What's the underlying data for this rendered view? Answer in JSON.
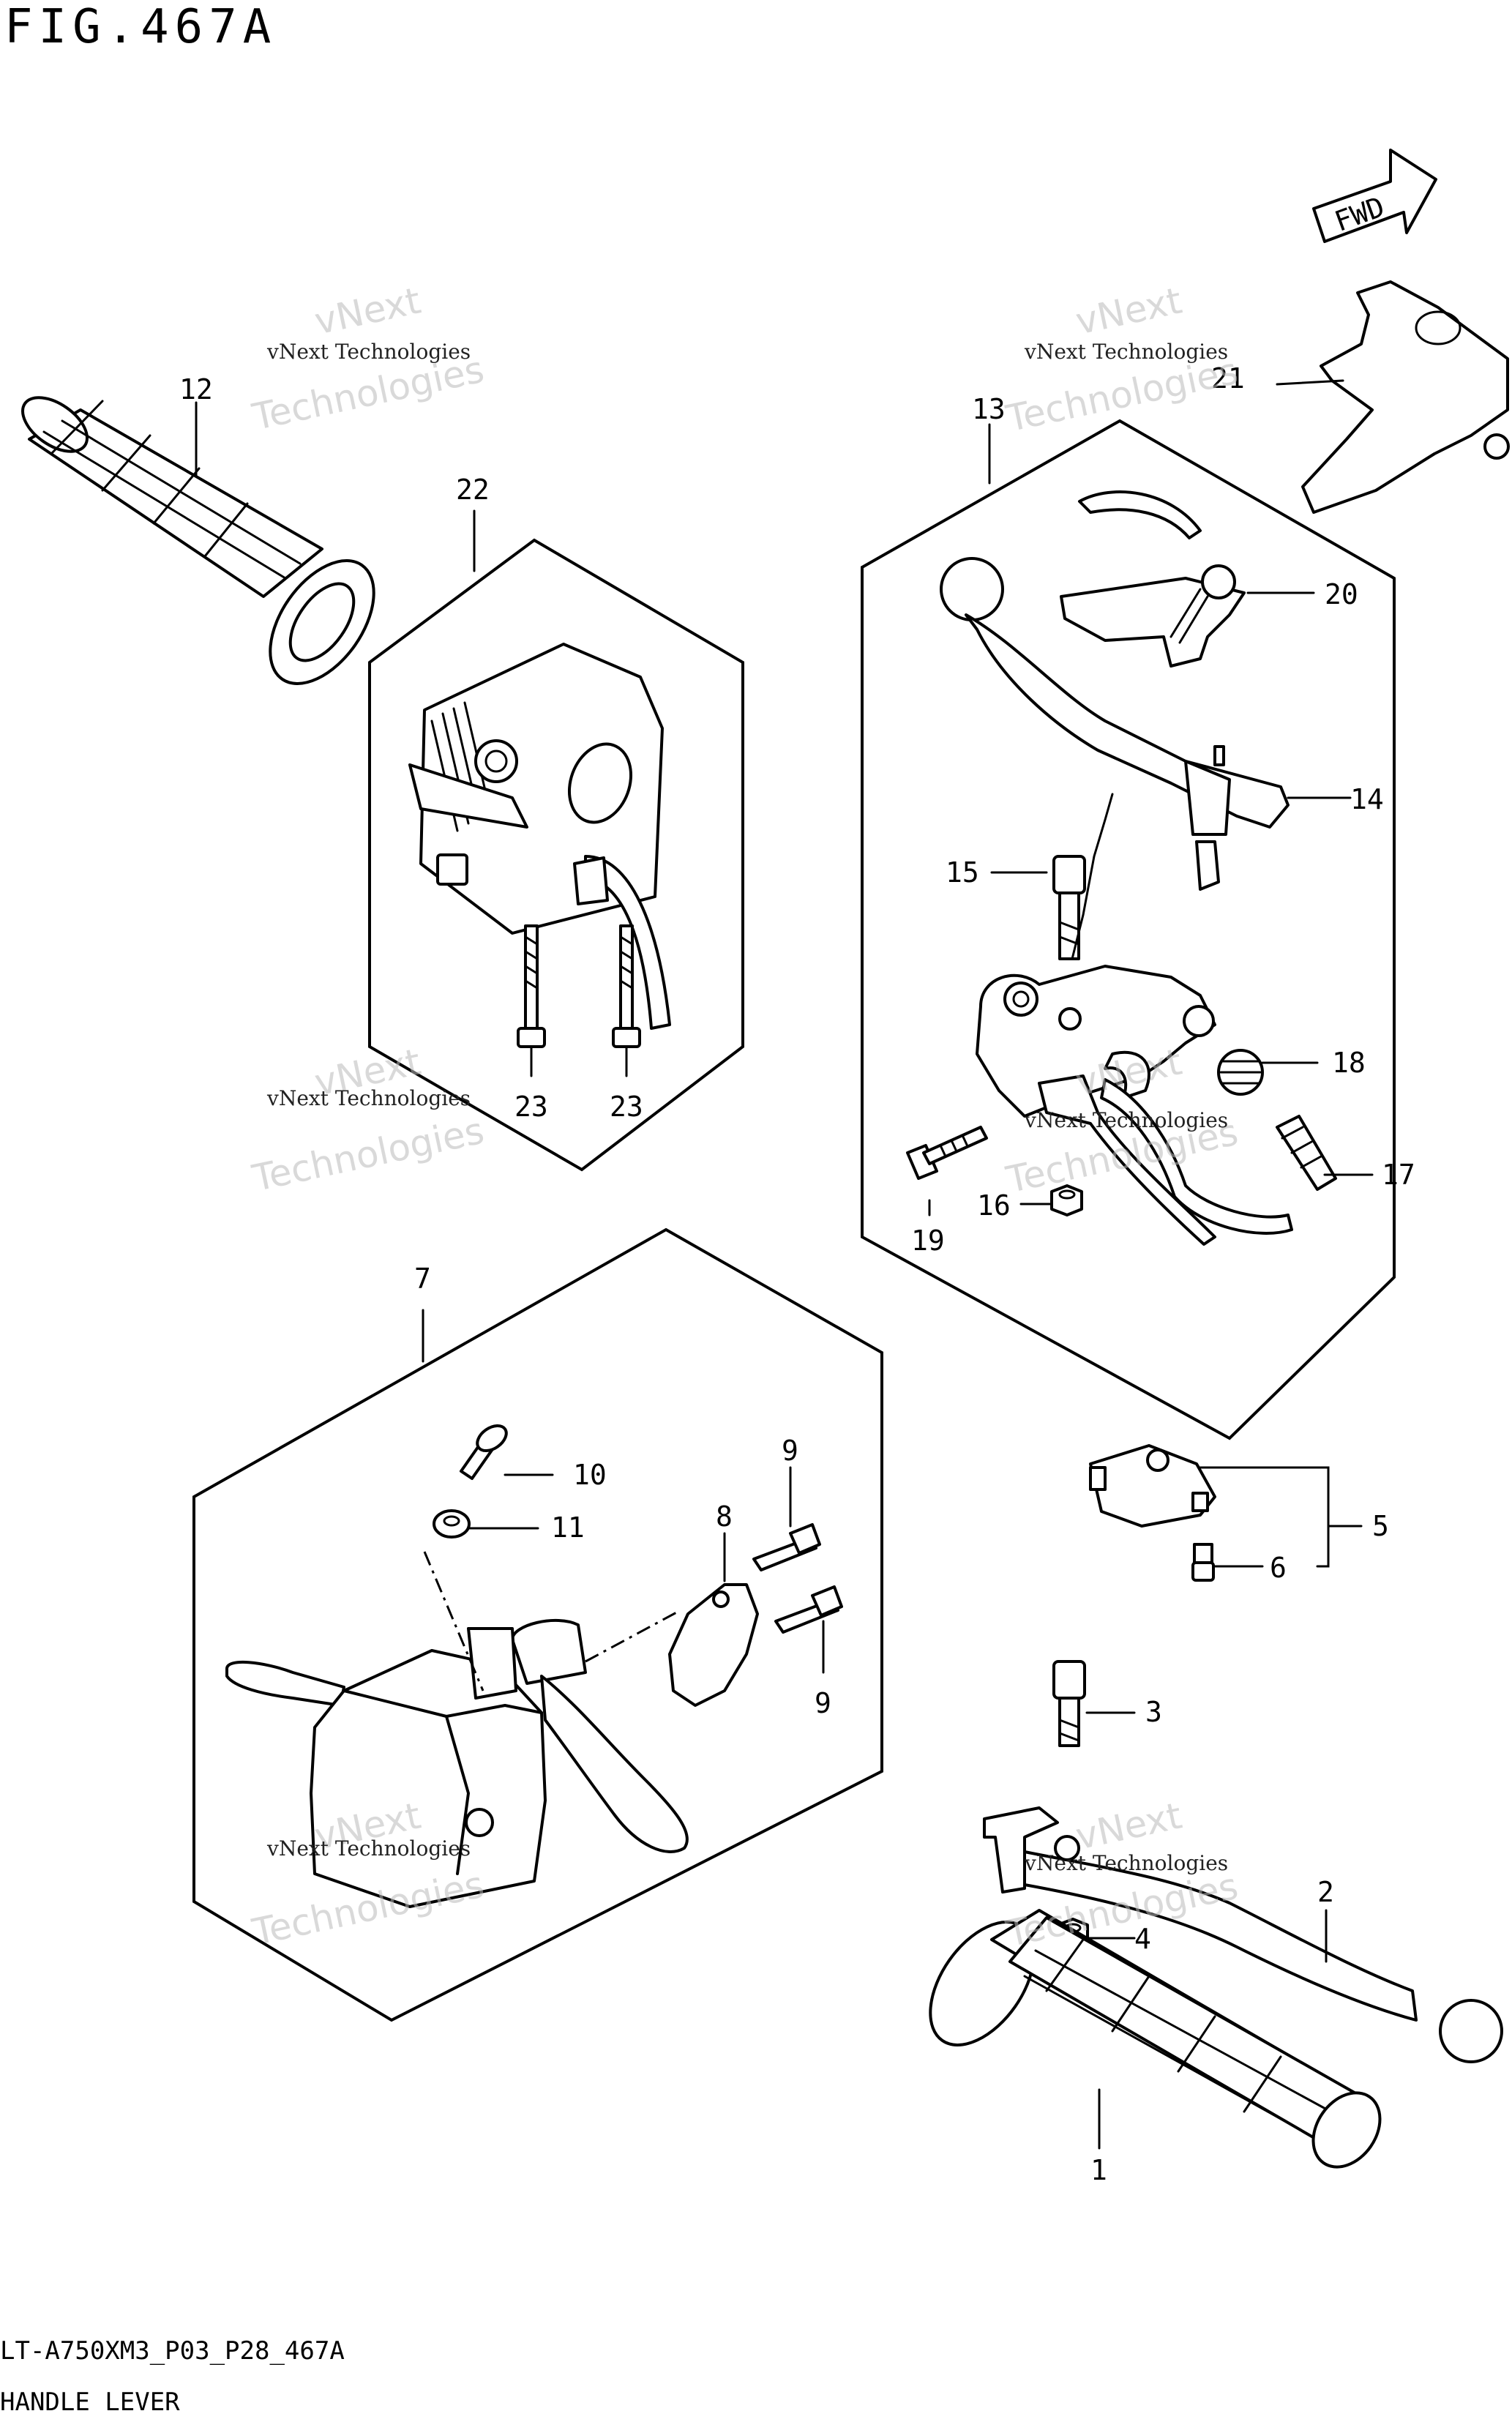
{
  "header": {
    "figure_title": "FIG.467A"
  },
  "footer": {
    "diagram_code": "LT-A750XM3_P03_P28_467A",
    "diagram_name": "HANDLE LEVER"
  },
  "fwd_label": "FWD",
  "watermark": {
    "line1": "vNext Technologies",
    "line2": "vNext",
    "line3": "Technologies"
  },
  "callouts": {
    "p1": "1",
    "p2": "2",
    "p3": "3",
    "p4": "4",
    "p5": "5",
    "p6": "6",
    "p7": "7",
    "p8": "8",
    "p9a": "9",
    "p9b": "9",
    "p10": "10",
    "p11": "11",
    "p12": "12",
    "p13": "13",
    "p14": "14",
    "p15": "15",
    "p16": "16",
    "p17": "17",
    "p18": "18",
    "p19": "19",
    "p20": "20",
    "p21": "21",
    "p22": "22",
    "p23a": "23",
    "p23b": "23"
  }
}
